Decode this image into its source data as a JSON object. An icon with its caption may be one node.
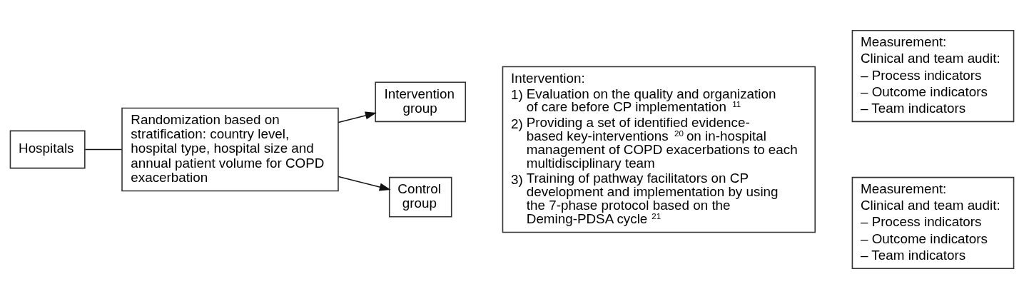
{
  "diagram": {
    "nodes": [
      {
        "text": [
          "Hospitals"
        ]
      },
      {
        "text": [
          "Randomization based on stratification: country level, hospital type, hospital size and annual patient volume for COPD exacerbation"
        ]
      },
      {
        "text": [
          "Intervention group"
        ]
      },
      {
        "text": [
          "Control group"
        ]
      },
      {
        "text": [
          "Intervention:",
          "1) Evaluation on the quality and organization of care before CP implementation$^{11}$",
          "2) Providing a set of identified evidence-based key-interventions$^{20}$ on in-hospital management of COPD exacerbations to each multidisciplinary team",
          "3) Training of pathway facilitators on CP development and implementation by using the 7-phase protocol based on the Deming-PDSA cycle$^{21}$"
        ]
      },
      {
        "text": [
          "Measurement:",
          "Clinical and team audit:",
          "– Process indicators",
          "– Outcome indicators",
          "– Team indicators"
        ]
      },
      {
        "text": [
          "Measurement:",
          "Clinical and team audit:",
          "– Process indicators",
          "– Outcome indicators",
          "– Team indicators"
        ]
      }
    ],
    "edges": [
      {
        "from": 0,
        "to": 1,
        "arrow": "none"
      },
      {
        "from": 1,
        "to": 2,
        "arrow": "to"
      },
      {
        "from": 1,
        "to": 3,
        "arrow": "to"
      }
    ]
  }
}
